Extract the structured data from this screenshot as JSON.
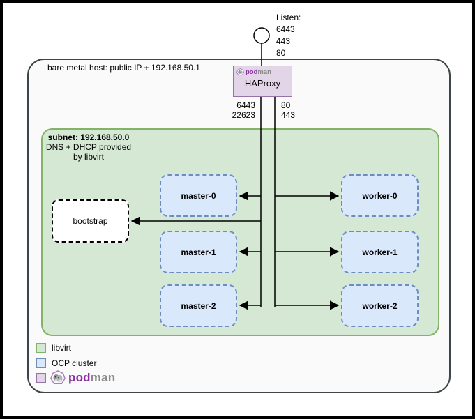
{
  "diagram": {
    "host_label": "bare metal host: public IP + 192.168.50.1",
    "listen": {
      "title": "Listen:",
      "ports": [
        "6443",
        "443",
        "80"
      ]
    },
    "haproxy_label": "HAProxy",
    "haproxy_ports_left": [
      "6443",
      "22623"
    ],
    "haproxy_ports_right": [
      "80",
      "443"
    ],
    "subnet_label": {
      "title": "subnet: 192.168.50.0",
      "line2": "DNS + DHCP provided",
      "line3": "by libvirt"
    },
    "nodes": {
      "bootstrap": "bootstrap",
      "masters": [
        "master-0",
        "master-1",
        "master-2"
      ],
      "workers": [
        "worker-0",
        "worker-1",
        "worker-2"
      ]
    },
    "podman_wordmark": {
      "pod": "pod",
      "man": "man"
    },
    "legend": [
      {
        "label": "libvirt",
        "fill": "#d5e8d4",
        "stroke": "#82b366"
      },
      {
        "label": "OCP cluster",
        "fill": "#dae8fc",
        "stroke": "#6c8ebf"
      },
      {
        "label": "podman",
        "fill": "#e1d5e7",
        "stroke": "#9673a6"
      }
    ],
    "colors": {
      "line": "#000000",
      "host_fill": "#fafafa",
      "host_stroke": "#3f4448",
      "haproxy_fill": "#e1d5e7",
      "haproxy_stroke": "#9673a6",
      "podman_purple": "#892ca0",
      "podman_gray": "#8b8b8b"
    }
  }
}
